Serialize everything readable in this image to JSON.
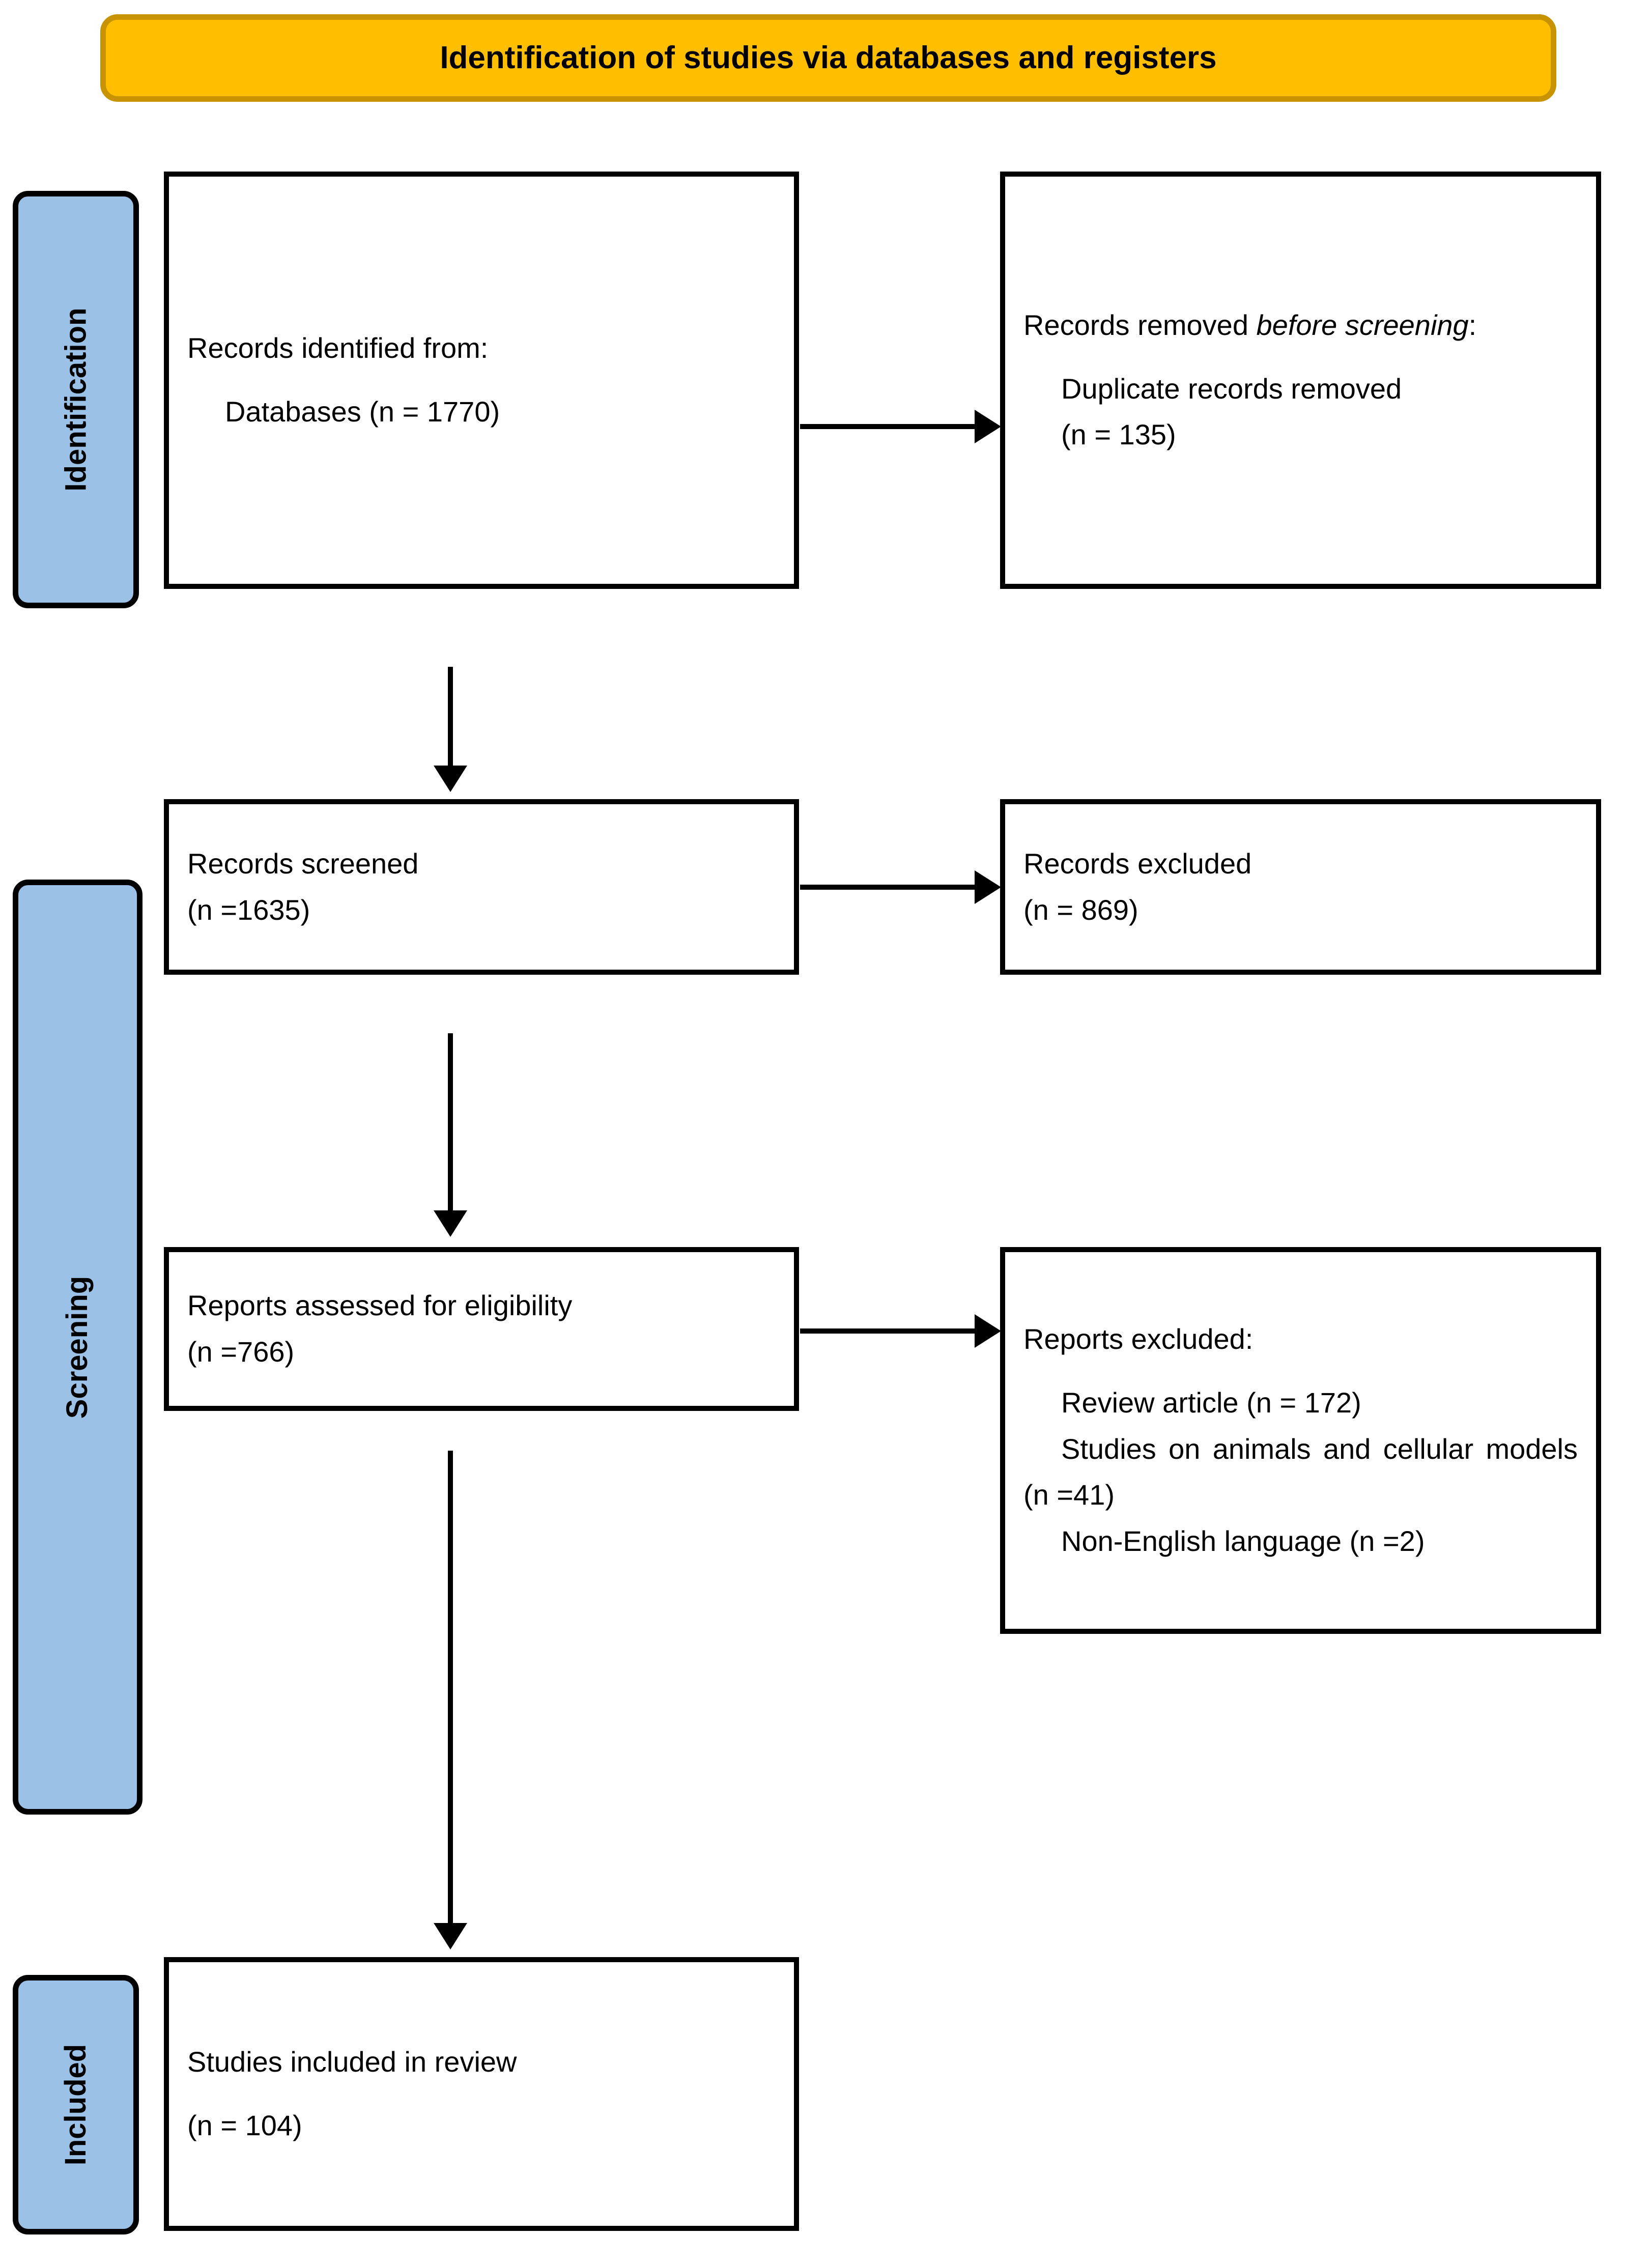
{
  "diagram": {
    "type": "prisma-flow-diagram",
    "header": {
      "title": "Identification of studies via databases and registers",
      "background_color": "#FFBF00",
      "border_color": "#C89300"
    },
    "stage_bar_color": "#9BC1E7",
    "stages": [
      {
        "id": "identification",
        "label": "Identification"
      },
      {
        "id": "screening",
        "label": "Screening"
      },
      {
        "id": "included",
        "label": "Included"
      }
    ],
    "boxes": {
      "records_identified": {
        "line1": "Records identified from:",
        "line2": "Databases (n = 1770)"
      },
      "records_removed": {
        "line1_prefix": "Records removed ",
        "line1_italic": "before screening",
        "line1_suffix": ":",
        "line2": "Duplicate records removed",
        "line3": "(n = 135)"
      },
      "records_screened": {
        "line1": "Records screened",
        "line2": "(n =1635)"
      },
      "records_excluded": {
        "line1": "Records excluded",
        "line2": "(n = 869)"
      },
      "reports_assessed": {
        "line1": "Reports assessed for eligibility",
        "line2": "(n =766)"
      },
      "reports_excluded": {
        "line1": "Reports excluded:",
        "line2": "Review article (n = 172)",
        "line3": "Studies on animals and cellular models (n =41)",
        "line4": "Non-English language (n =2)"
      },
      "studies_included": {
        "line1": "Studies included in review",
        "line2": "(n = 104)"
      }
    },
    "counts": {
      "databases_identified": 1770,
      "duplicates_removed": 135,
      "records_screened": 1635,
      "records_excluded": 869,
      "reports_assessed": 766,
      "excluded_review_article": 172,
      "excluded_animal_cellular": 41,
      "excluded_non_english": 2,
      "studies_included": 104
    }
  }
}
